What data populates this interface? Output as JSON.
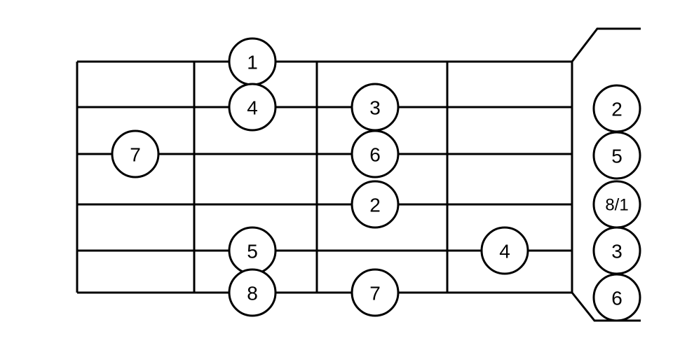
{
  "diagram": {
    "type": "guitar-fretboard-scale",
    "strings": 6,
    "frets": 4,
    "colors": {
      "line": "#000000",
      "note_fill": "#ffffff",
      "background": "#ffffff"
    },
    "fretted_notes": [
      {
        "string": 1,
        "fret": 2,
        "label": "1"
      },
      {
        "string": 2,
        "fret": 2,
        "label": "4"
      },
      {
        "string": 2,
        "fret": 3,
        "label": "3"
      },
      {
        "string": 3,
        "fret": 1,
        "label": "7"
      },
      {
        "string": 3,
        "fret": 3,
        "label": "6"
      },
      {
        "string": 4,
        "fret": 3,
        "label": "2"
      },
      {
        "string": 5,
        "fret": 2,
        "label": "5"
      },
      {
        "string": 5,
        "fret": 4,
        "label": "4"
      },
      {
        "string": 6,
        "fret": 2,
        "label": "8"
      },
      {
        "string": 6,
        "fret": 3,
        "label": "7"
      }
    ],
    "open_notes": [
      {
        "string": 2,
        "label": "2"
      },
      {
        "string": 3,
        "label": "5"
      },
      {
        "string": 4,
        "label": "8/1"
      },
      {
        "string": 5,
        "label": "3"
      },
      {
        "string": 6,
        "label": "6"
      }
    ]
  }
}
